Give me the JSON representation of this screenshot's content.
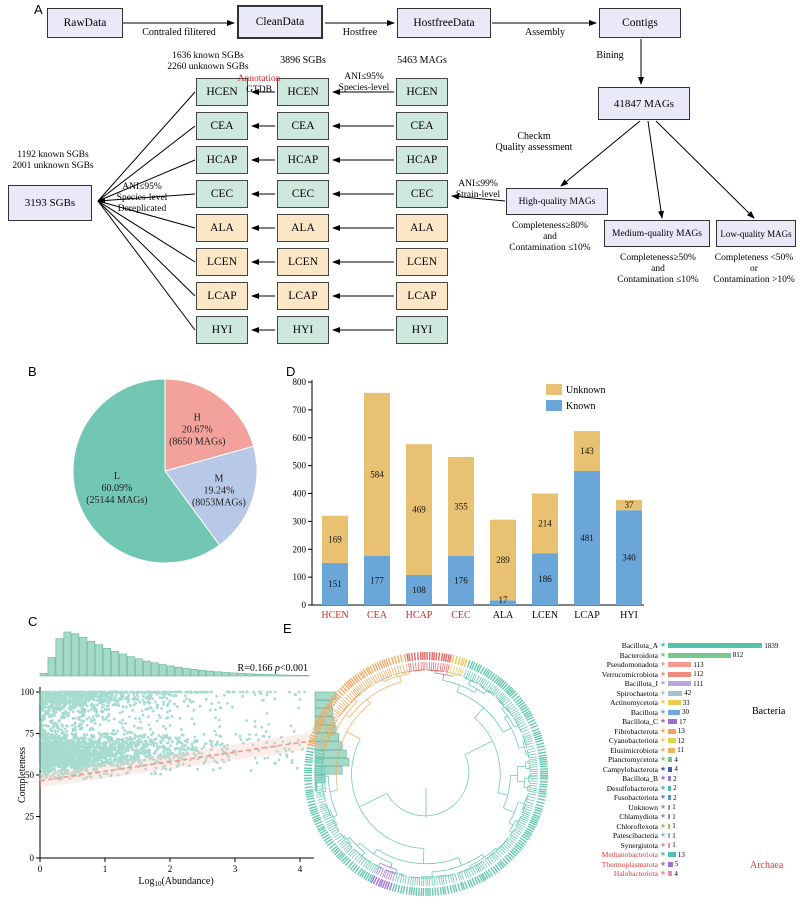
{
  "figure": {
    "panel_labels": [
      "A",
      "B",
      "C",
      "D",
      "E"
    ]
  },
  "colors": {
    "box_lavender": "#e9e9f8",
    "box_teal": "#cfe8dd",
    "box_orange": "#fbe6c6",
    "annotation_red": "#cc2a2a",
    "archaea_red": "#e03a3a"
  },
  "flowchart": {
    "top_boxes": [
      "RawData",
      "CleanData",
      "HostfreeData",
      "Contigs"
    ],
    "step_labels": [
      "Contraled filitered",
      "Hostfree",
      "Assembly"
    ],
    "binning_label": "Bining",
    "mags_total_box": "41847 MAGs",
    "checkm_label": [
      "Checkm",
      "Quality assessment"
    ],
    "quality_boxes": [
      "High-quality MAGs",
      "Medium-quality MAGs",
      "Low-quality MAGs"
    ],
    "high_criteria": [
      "Completeness≥80%",
      "and",
      "Contamination ≤10%"
    ],
    "medium_criteria": [
      "Completeness≥50%",
      "and",
      "Contamination ≤10%"
    ],
    "low_criteria": [
      "Completeness <50%",
      "or",
      "Contamination >10%"
    ],
    "strain_label": [
      "ANI≤99%",
      "Strain-level"
    ],
    "col3_header": "5463 MAGs",
    "col2_header": "3896 SGBs",
    "col1_header": [
      "1636 known SGBs",
      "2260 unknown SGBs"
    ],
    "species_label": [
      "ANI≤95%",
      "Species-level"
    ],
    "annotation_label": [
      "Annotation",
      "GTDB"
    ],
    "groups": [
      "HCEN",
      "CEA",
      "HCAP",
      "CEC",
      "ALA",
      "LCEN",
      "LCAP",
      "HYI"
    ],
    "group_fill": [
      "teal",
      "teal",
      "teal",
      "teal",
      "orange",
      "orange",
      "orange",
      "teal"
    ],
    "dereplicated_box": "3193 SGBs",
    "dereplicated_header": [
      "1192 known SGBs",
      "2001 unknown SGBs"
    ],
    "dereplicated_label": [
      "ANI≤95%",
      "Species-level",
      "Dereplicated"
    ]
  },
  "chart_data": [
    {
      "id": "quality_pie",
      "type": "pie",
      "clockwise": true,
      "start_deg": 0,
      "slices": [
        {
          "label": "H",
          "pct": 20.67,
          "sub": "(8650 MAGs)",
          "color": "#f2a29b",
          "label_r": 0.58
        },
        {
          "label": "M",
          "pct": 19.24,
          "sub": "(8053MAGs)",
          "color": "#b8c9e8",
          "label_r": 0.62
        },
        {
          "label": "L",
          "pct": 60.09,
          "sub": "(25144 MAGs)",
          "color": "#72c7b2",
          "label_r": 0.55
        }
      ]
    },
    {
      "id": "sgb_bars",
      "type": "bar",
      "stacked": true,
      "categories": [
        "HCEN",
        "CEA",
        "HCAP",
        "CEC",
        "ALA",
        "LCEN",
        "LCAP",
        "HYI"
      ],
      "category_colors": [
        "#cc2a2a",
        "#cc2a2a",
        "#cc2a2a",
        "#cc2a2a",
        "#000000",
        "#000000",
        "#000000",
        "#000000"
      ],
      "series": [
        {
          "name": "Unknown",
          "color": "#e8c272",
          "values": [
            169,
            584,
            469,
            355,
            289,
            214,
            143,
            37
          ]
        },
        {
          "name": "Known",
          "color": "#6aa7d8",
          "values": [
            151,
            177,
            108,
            176,
            17,
            186,
            481,
            340
          ]
        }
      ],
      "ylim": [
        0,
        800
      ],
      "ytick_step": 100,
      "legend_position": "top-right"
    },
    {
      "id": "completeness_scatter",
      "type": "scatter",
      "r_label": "R=0.166",
      "p_label": "<0.001",
      "p_symbol": "p",
      "xlabel_parts": {
        "pre": "Log",
        "sub": "10",
        "post": "(Abundance)"
      },
      "ylabel": "Completeness",
      "xlim": [
        0,
        4.3
      ],
      "ylim": [
        0,
        100
      ],
      "xticks": [
        0,
        1,
        2,
        3,
        4
      ],
      "yticks": [
        0,
        25,
        50,
        75,
        100
      ],
      "point_color": "#6cc5b0",
      "n_points": 3200,
      "trend": {
        "x": [
          0,
          4.25
        ],
        "y": [
          46.5,
          71
        ],
        "color": "#ef9d93",
        "band_color": "#f6c9c2",
        "style": "dashed"
      },
      "top_hist": [
        0.06,
        0.42,
        0.85,
        1.0,
        0.96,
        0.88,
        0.79,
        0.71,
        0.63,
        0.56,
        0.5,
        0.44,
        0.39,
        0.34,
        0.3,
        0.26,
        0.23,
        0.2,
        0.17,
        0.15,
        0.13,
        0.11,
        0.095,
        0.08,
        0.07,
        0.06,
        0.05,
        0.042,
        0.035,
        0.03,
        0.024,
        0.02,
        0.015,
        0.012
      ],
      "right_hist": [
        0,
        0,
        0,
        0,
        0,
        0,
        0,
        0,
        0.05,
        0.3,
        0.8,
        1.0,
        0.92,
        0.8,
        0.7,
        0.62,
        0.56,
        0.52,
        0.5,
        0.62
      ],
      "hist_color": "#a5d9c8",
      "hist_edge": "#63b09a"
    },
    {
      "id": "phylo_tree",
      "type": "radial_tree",
      "default_color": "#5ec6ae",
      "sectors": [
        {
          "from_deg": 351,
          "to_deg": 373,
          "color": "#e06060",
          "name": "archaea-clade"
        },
        {
          "from_deg": 13,
          "to_deg": 20,
          "color": "#e8c84f",
          "name": "minor-clade-yellow"
        },
        {
          "from_deg": 284,
          "to_deg": 351,
          "color": "#f0a860",
          "name": "bacteroidota-clade"
        },
        {
          "from_deg": 197,
          "to_deg": 207,
          "color": "#9a6dd7",
          "name": "minor-clade-purple"
        }
      ]
    },
    {
      "id": "phylo_legend",
      "type": "tree_legend",
      "bacteria_label": "Bacteria",
      "archaea_label": "Archaea",
      "rows": [
        {
          "label": "Bacillota_A",
          "value": 1839,
          "color": "#52c3ad",
          "domain": "bacteria"
        },
        {
          "label": "Bacteroidota",
          "value": 812,
          "color": "#79c98e",
          "domain": "bacteria"
        },
        {
          "label": "Pseudomonadota",
          "value": 113,
          "color": "#f29a90",
          "domain": "bacteria"
        },
        {
          "label": "Verrucomicrobiota",
          "value": 112,
          "color": "#ef8a7e",
          "domain": "bacteria"
        },
        {
          "label": "Bacillota_I",
          "value": 111,
          "color": "#b6a8de",
          "domain": "bacteria"
        },
        {
          "label": "Spirochaetota",
          "value": 42,
          "color": "#a8bfd0",
          "domain": "bacteria"
        },
        {
          "label": "Actinomycetota",
          "value": 33,
          "color": "#f0c94f",
          "domain": "bacteria"
        },
        {
          "label": "Bacillota",
          "value": 30,
          "color": "#6fa8dc",
          "domain": "bacteria"
        },
        {
          "label": "Bacillota_C",
          "value": 17,
          "color": "#9a6dd7",
          "domain": "bacteria"
        },
        {
          "label": "Fibrobacterota",
          "value": 13,
          "color": "#f2a25c",
          "domain": "bacteria"
        },
        {
          "label": "Cyanobacteriota",
          "value": 12,
          "color": "#e3d24e",
          "domain": "bacteria"
        },
        {
          "label": "Elusimicrobiota",
          "value": 11,
          "color": "#efb066",
          "domain": "bacteria"
        },
        {
          "label": "Planctomycetota",
          "value": 4,
          "color": "#7dc87d",
          "domain": "bacteria"
        },
        {
          "label": "Campylobacterota",
          "value": 4,
          "color": "#3f5fa8",
          "domain": "bacteria"
        },
        {
          "label": "Bacillota_B",
          "value": 2,
          "color": "#8f7ad6",
          "domain": "bacteria"
        },
        {
          "label": "Desulfobacterota",
          "value": 2,
          "color": "#4fb8b0",
          "domain": "bacteria"
        },
        {
          "label": "Fusobacteriota",
          "value": 2,
          "color": "#5b8ed6",
          "domain": "bacteria"
        },
        {
          "label": "Unknown",
          "value": 1,
          "color": "#9e9e9e",
          "domain": "bacteria"
        },
        {
          "label": "Chlamydiota",
          "value": 1,
          "color": "#8a9aa6",
          "domain": "bacteria"
        },
        {
          "label": "Chloroflexota",
          "value": 1,
          "color": "#a4b86a",
          "domain": "bacteria"
        },
        {
          "label": "Patescibacteria",
          "value": 1,
          "color": "#86b5d9",
          "domain": "bacteria"
        },
        {
          "label": "Synergistota",
          "value": 1,
          "color": "#e58fb1",
          "domain": "bacteria"
        },
        {
          "label": "Methanobacteriota",
          "value": 13,
          "color": "#52c3ad",
          "domain": "archaea"
        },
        {
          "label": "Thermoplasmatota",
          "value": 5,
          "color": "#9a6dd7",
          "domain": "archaea"
        },
        {
          "label": "Halobacteriota",
          "value": 4,
          "color": "#e58fb1",
          "domain": "archaea"
        }
      ]
    }
  ]
}
